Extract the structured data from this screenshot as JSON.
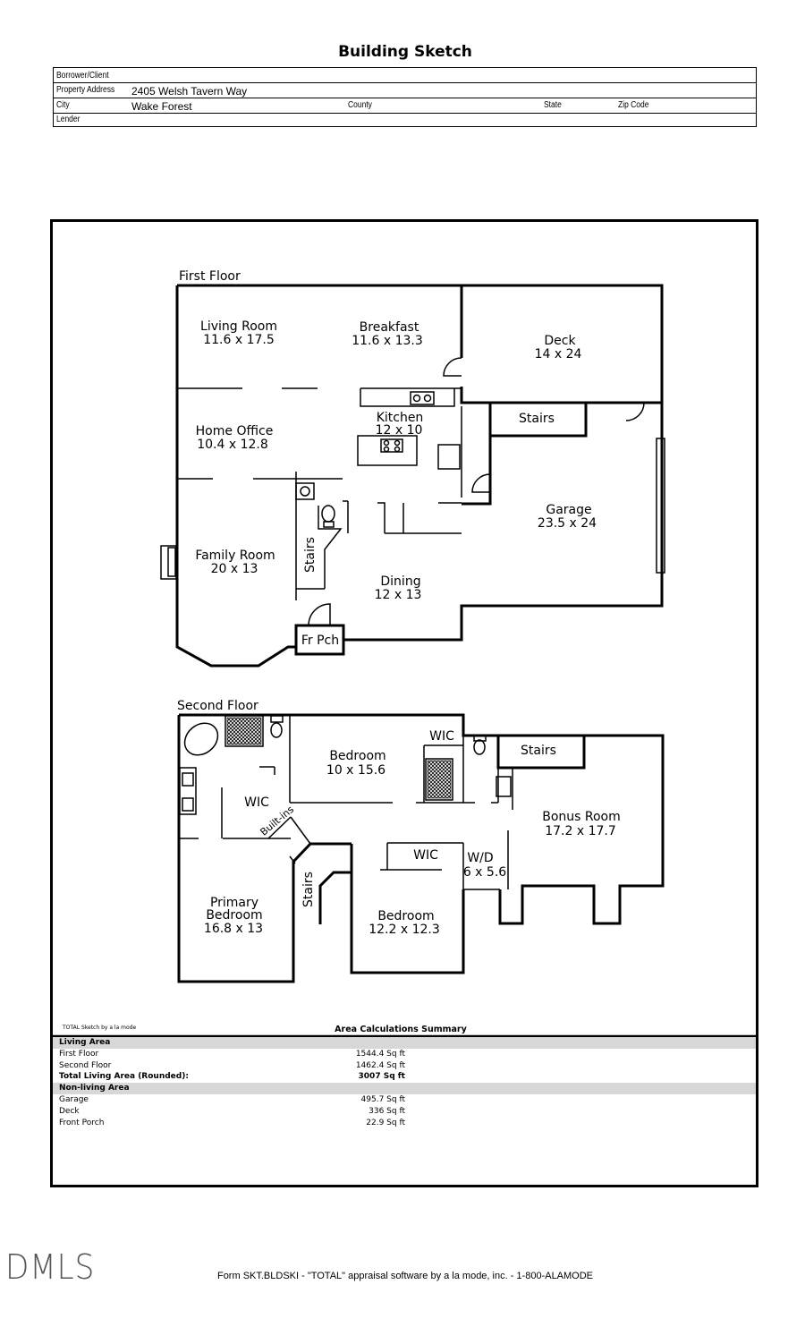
{
  "title": "Building Sketch",
  "header": {
    "borrower_label": "Borrower/Client",
    "address_label": "Property Address",
    "address_value": "2405 Welsh Tavern Way",
    "city_label": "City",
    "city_value": "Wake Forest",
    "county_label": "County",
    "state_label": "State",
    "zip_label": "Zip Code",
    "lender_label": "Lender"
  },
  "first_floor": {
    "label": "First Floor",
    "rooms": {
      "living_room": [
        "Living Room",
        "11.6 x 17.5"
      ],
      "breakfast": [
        "Breakfast",
        "11.6 x 13.3"
      ],
      "deck": [
        "Deck",
        "14 x 24"
      ],
      "home_office": [
        "Home Office",
        "10.4 x 12.8"
      ],
      "kitchen": [
        "Kitchen",
        "12 x 10"
      ],
      "stairs_garage": [
        "Stairs"
      ],
      "garage": [
        "Garage",
        "23.5 x 24"
      ],
      "family_room": [
        "Family Room",
        "20 x 13"
      ],
      "stairs": [
        "Stairs"
      ],
      "dining": [
        "Dining",
        "12 x 13"
      ],
      "front_porch": [
        "Fr Pch"
      ]
    }
  },
  "second_floor": {
    "label": "Second Floor",
    "rooms": {
      "bedroom_a": [
        "Bedroom",
        "10 x 15.6"
      ],
      "wic_a": [
        "WIC"
      ],
      "stairs_bonus": [
        "Stairs"
      ],
      "wic_primary": [
        "WIC"
      ],
      "builtins": [
        "Built-ins"
      ],
      "bonus_room": [
        "Bonus Room",
        "17.2 x 17.7"
      ],
      "wic_b": [
        "WIC"
      ],
      "wd": [
        "W/D",
        "6 x 5.6"
      ],
      "primary_bedroom": [
        "Primary",
        "Bedroom",
        "16.8 x 13"
      ],
      "stairs": [
        "Stairs"
      ],
      "bedroom_b": [
        "Bedroom",
        "12.2 x 12.3"
      ]
    }
  },
  "sketch_credit": "TOTAL Sketch by a la mode",
  "area_summary": {
    "title": "Area Calculations Summary",
    "living_header": "Living Area",
    "living": [
      {
        "name": "First Floor",
        "amount": "1544.4 Sq ft"
      },
      {
        "name": "Second Floor",
        "amount": "1462.4 Sq ft"
      }
    ],
    "total": {
      "name": "Total Living Area (Rounded):",
      "amount": "3007 Sq ft"
    },
    "non_living_header": "Non-living Area",
    "non_living": [
      {
        "name": "Garage",
        "amount": "495.7 Sq ft"
      },
      {
        "name": "Deck",
        "amount": "336 Sq ft"
      },
      {
        "name": "Front Porch",
        "amount": "22.9 Sq ft"
      }
    ]
  },
  "footer": "Form SKT.BLDSKI - \"TOTAL\" appraisal software by a la mode, inc. - 1-800-ALAMODE",
  "logo_text": "DMLS"
}
